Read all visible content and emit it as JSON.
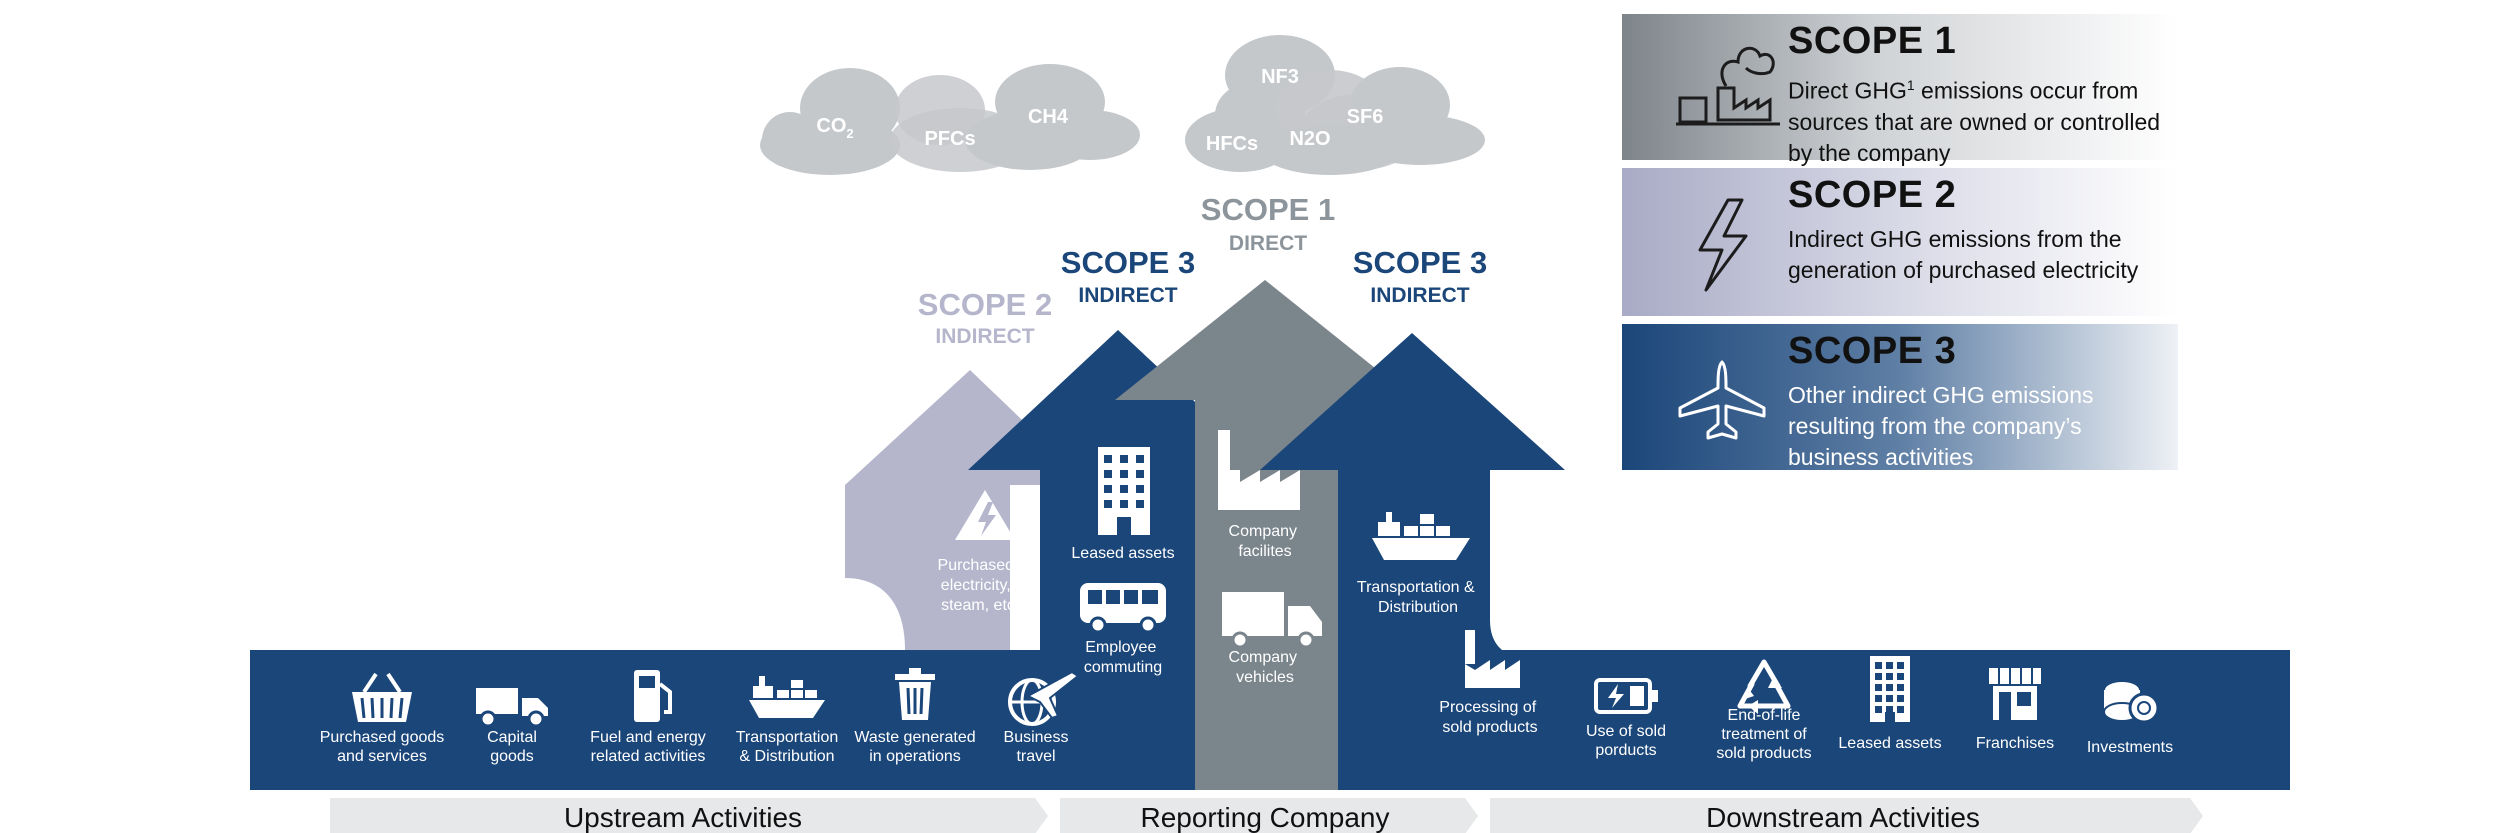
{
  "clouds": {
    "left": {
      "co2": "CO",
      "co2_sub": "2",
      "pfcs": "PFCs",
      "ch4": "CH4"
    },
    "right": {
      "nf3": "NF3",
      "sf6": "SF6",
      "hfcs": "HFCs",
      "n2o": "N2O"
    }
  },
  "arrow_labels": {
    "scope1": {
      "title": "SCOPE 1",
      "sub": "DIRECT"
    },
    "scope2": {
      "title": "SCOPE 2",
      "sub": "INDIRECT"
    },
    "scope3_up": {
      "title": "SCOPE 3",
      "sub": "INDIRECT"
    },
    "scope3_down": {
      "title": "SCOPE 3",
      "sub": "INDIRECT"
    }
  },
  "arrow_items": {
    "scope2": [
      "Purchased",
      "electricity,",
      "steam, etc"
    ],
    "leased_assets": "Leased assets",
    "employee_commuting": [
      "Employee",
      "commuting"
    ],
    "company_facilities": [
      "Company",
      "facilites"
    ],
    "company_vehicles": [
      "Company",
      "vehicles"
    ],
    "transport_down": [
      "Transportation &",
      "Distribution"
    ],
    "processing": [
      "Processing of",
      "sold products"
    ]
  },
  "upstream_items": [
    {
      "icon": "shopping-basket-icon",
      "lines": [
        "Purchased goods",
        "and services"
      ]
    },
    {
      "icon": "dump-truck-icon",
      "lines": [
        "Capital",
        "goods"
      ]
    },
    {
      "icon": "fuel-pump-icon",
      "lines": [
        "Fuel and energy",
        "related activities"
      ]
    },
    {
      "icon": "cargo-ship-icon",
      "lines": [
        "Transportation",
        "& Distribution"
      ]
    },
    {
      "icon": "trash-can-icon",
      "lines": [
        "Waste generated",
        "in operations"
      ]
    },
    {
      "icon": "globe-plane-icon",
      "lines": [
        "Business",
        "travel"
      ]
    }
  ],
  "downstream_items": [
    {
      "icon": "battery-icon",
      "lines": [
        "Use of sold",
        "porducts"
      ]
    },
    {
      "icon": "recycle-icon",
      "lines": [
        "End-of-life",
        "treatment of",
        "sold products"
      ]
    },
    {
      "icon": "office-building-icon",
      "lines": [
        "Leased assets"
      ]
    },
    {
      "icon": "storefront-icon",
      "lines": [
        "Franchises"
      ]
    },
    {
      "icon": "coins-icon",
      "lines": [
        "Investments"
      ]
    }
  ],
  "bottom_bar": {
    "upstream": "Upstream Activities",
    "reporting": "Reporting Company",
    "downstream": "Downstream Activities"
  },
  "panels": {
    "scope1": {
      "title": "SCOPE 1",
      "desc_a": "Direct GHG",
      "sup": "1",
      "desc_b": " emissions occur from sources that are owned or controlled by the company",
      "icon": "factory-smoke-icon"
    },
    "scope2": {
      "title": "SCOPE 2",
      "desc": "Indirect GHG emissions from the generation of purchased electricity",
      "icon": "lightning-icon"
    },
    "scope3": {
      "title": "SCOPE 3",
      "desc": "Other indirect GHG emissions resulting from the company’s business activities",
      "icon": "airplane-icon"
    }
  },
  "colors": {
    "navy": "#1b4679",
    "gray_arrow": "#7b858c",
    "lavender": "#b5b6cc",
    "cloud": "#c5c8cb",
    "label_gray": "#8c959b",
    "bottom_bar": "#e6e8ea"
  }
}
